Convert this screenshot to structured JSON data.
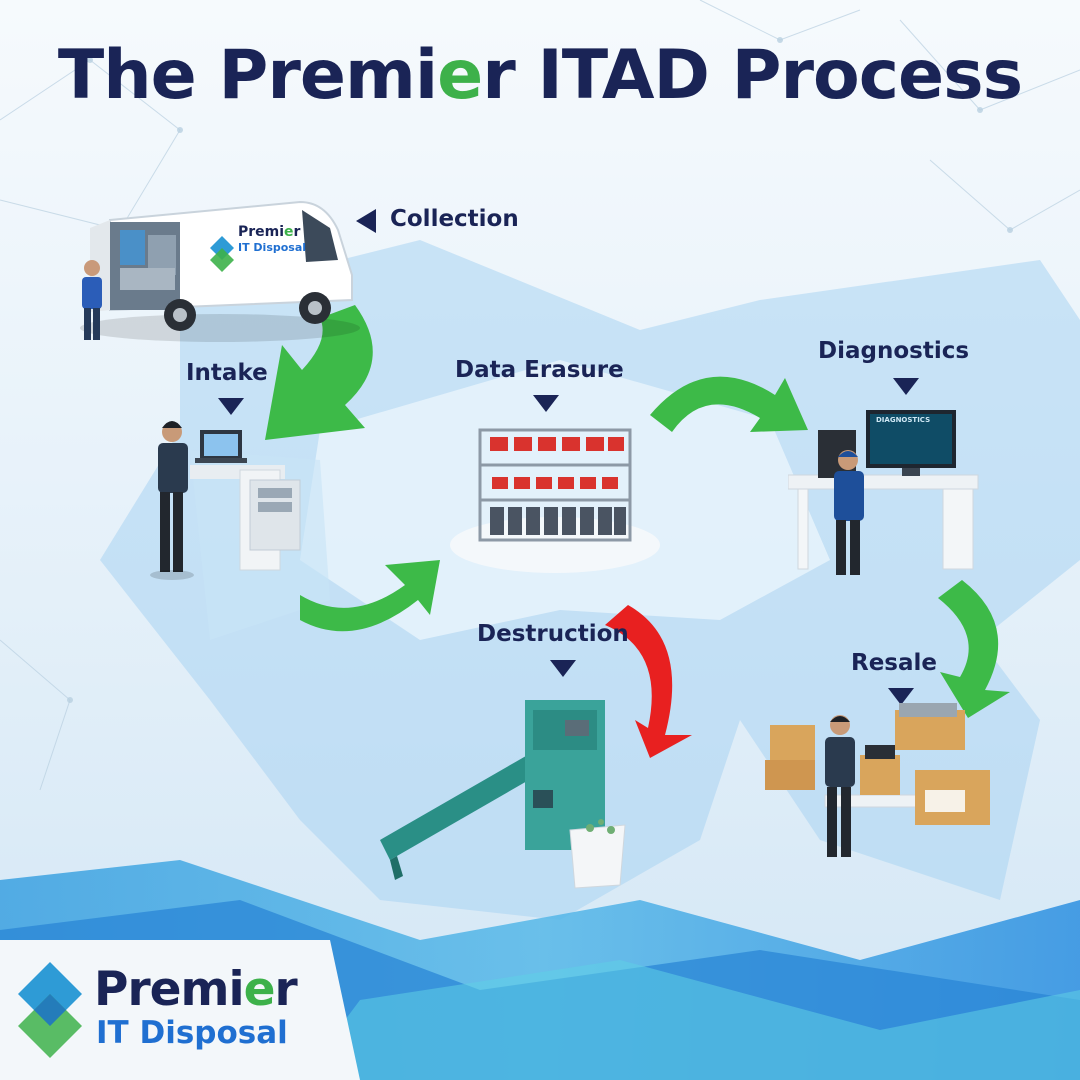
{
  "title": {
    "prefix": "The Premi",
    "accent": "e",
    "suffix": "r ITAD Process"
  },
  "steps": {
    "collection": "Collection",
    "intake": "Intake",
    "data_erasure": "Data Erasure",
    "diagnostics": "Diagnostics",
    "destruction": "Destruction",
    "resale": "Resale"
  },
  "van": {
    "brand_prefix": "Premi",
    "brand_accent": "e",
    "brand_suffix": "r",
    "brand_sub": "IT Disposal"
  },
  "monitor": {
    "heading": "DIAGNOSTICS"
  },
  "logo": {
    "prefix": "Premi",
    "accent": "e",
    "suffix": "r",
    "sub": "IT Disposal"
  },
  "colors": {
    "navy": "#1a2456",
    "brand_green": "#3db14a",
    "brand_blue": "#1f6fd1",
    "flow_arrow": "#3dba48",
    "destruction_arrow": "#e82020"
  },
  "icons": [
    "delivery-van-icon",
    "worker-laptop-icon",
    "server-rack-icon",
    "diagnostics-workstation-icon",
    "shredder-icon",
    "packing-boxes-icon"
  ]
}
